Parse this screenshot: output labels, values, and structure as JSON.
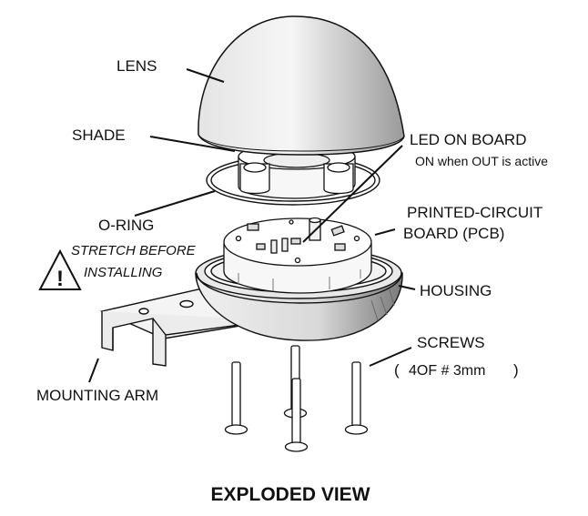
{
  "labels": {
    "lens": "LENS",
    "shade": "SHADE",
    "led_on_board": "LED ON BOARD",
    "led_note": "ON when OUT is active",
    "oring": "O-RING",
    "stretch_line1": "STRETCH BEFORE",
    "stretch_line2": "INSTALLING",
    "warning_glyph": "!",
    "pcb_line1": "PRINTED-CIRCUIT",
    "pcb_line2": "BOARD (PCB)",
    "housing": "HOUSING",
    "screws": "SCREWS",
    "screws_spec_open": "(",
    "screws_spec": "4OF # 3mm",
    "screws_spec_close": ")",
    "mounting_arm": "MOUNTING ARM",
    "title": "EXPLODED VIEW"
  },
  "icons": {
    "warning": "warning-triangle-icon"
  }
}
